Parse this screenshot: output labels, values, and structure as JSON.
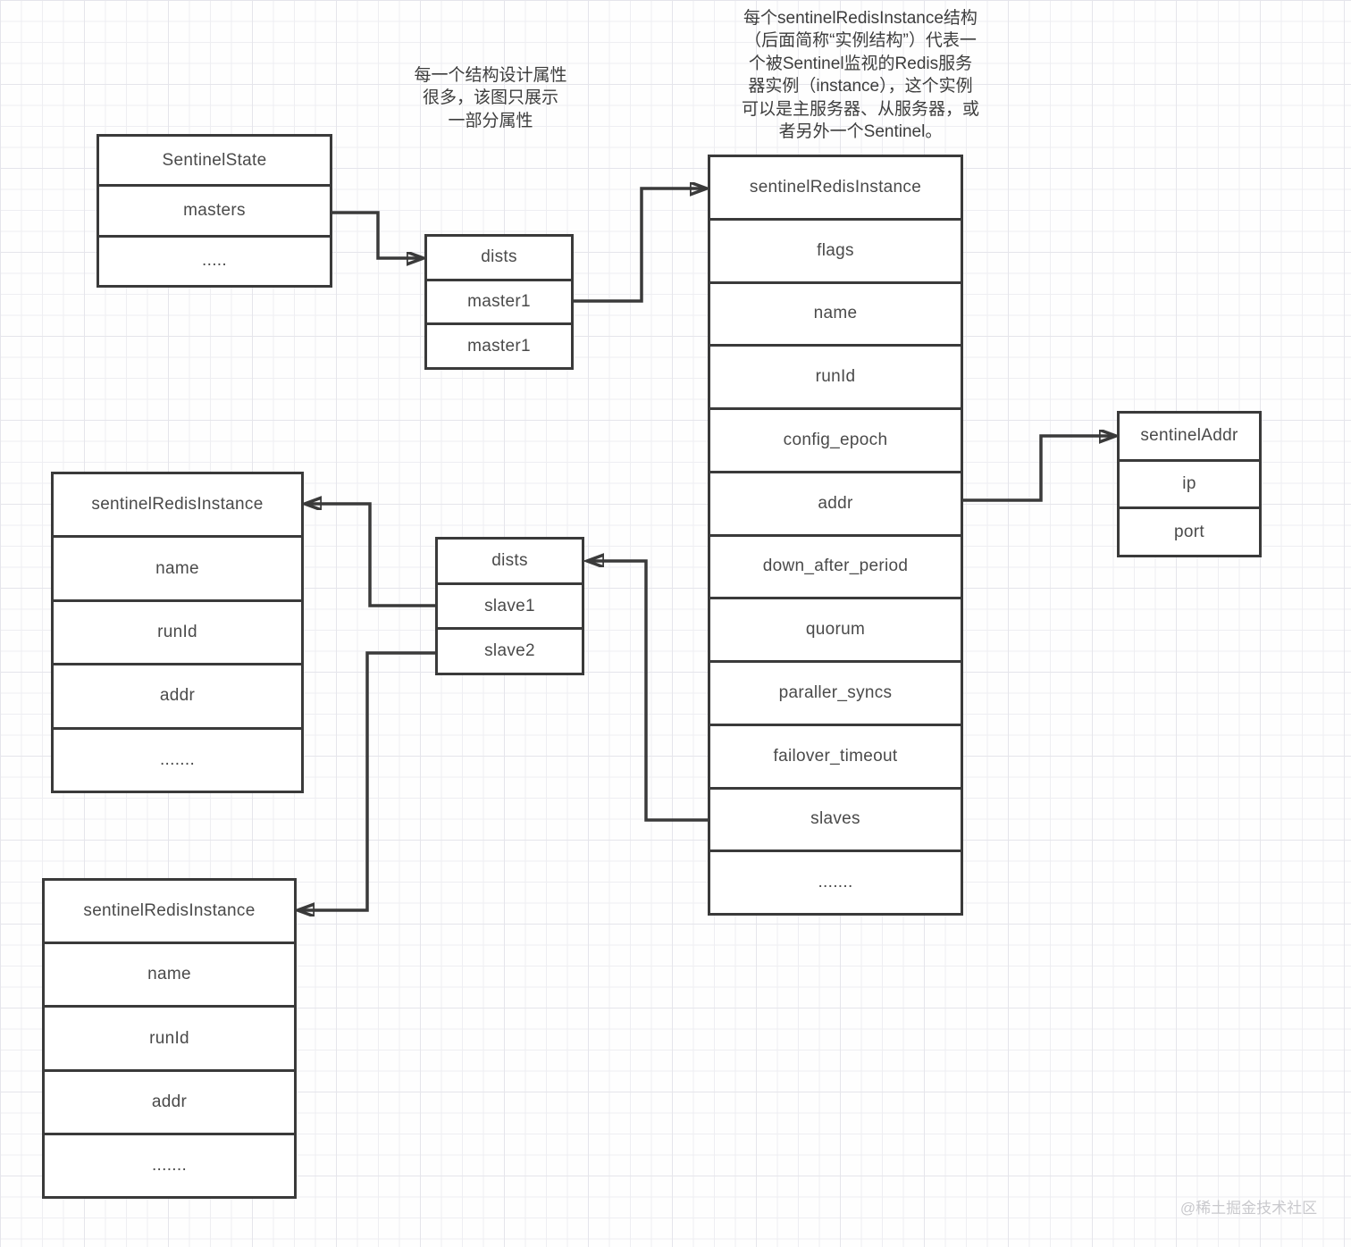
{
  "annotations": {
    "top_note": "每个sentinelRedisInstance结构\n（后面简称“实例结构”）代表一\n个被Sentinel监视的Redis服务\n器实例（instance），这个实例\n可以是主服务器、从服务器，或\n者另外一个Sentinel。",
    "left_note": "每一个结构设计属性\n很多，该图只展示\n一部分属性"
  },
  "boxes": {
    "sentinel_state": {
      "title": "SentinelState",
      "rows": [
        "masters",
        "....."
      ]
    },
    "dists_masters": {
      "title": "dists",
      "rows": [
        "master1",
        "master1"
      ]
    },
    "instance_main": {
      "title": "sentinelRedisInstance",
      "rows": [
        "flags",
        "name",
        "runId",
        "config_epoch",
        "addr",
        "down_after_period",
        "quorum",
        "paraller_syncs",
        "failover_timeout",
        "slaves",
        "......."
      ]
    },
    "sentinel_addr": {
      "title": "sentinelAddr",
      "rows": [
        "ip",
        "port"
      ]
    },
    "instance_slave1": {
      "title": "sentinelRedisInstance",
      "rows": [
        "name",
        "runId",
        "addr",
        "......."
      ]
    },
    "dists_slaves": {
      "title": "dists",
      "rows": [
        "slave1",
        "slave2"
      ]
    },
    "instance_slave2": {
      "title": "sentinelRedisInstance",
      "rows": [
        "name",
        "runId",
        "addr",
        "......."
      ]
    }
  },
  "watermark": "@稀土掘金技术社区",
  "colors": {
    "line": "#3a3a3a",
    "text": "#4a4a4a",
    "note": "#3d3d3d",
    "watermark": "#c9c9cd",
    "grid_minor": "#eeeef2",
    "grid_major": "#e5e5eb"
  }
}
